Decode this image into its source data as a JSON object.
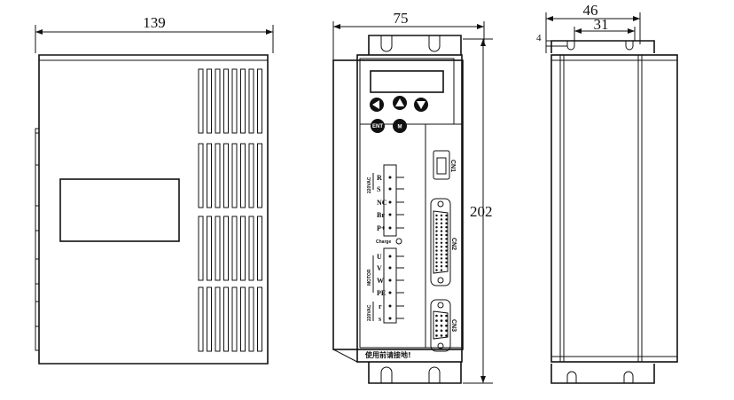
{
  "dimensions": {
    "side_width": "139",
    "front_width": "75",
    "front_height": "202",
    "right_width": "46",
    "right_inner": "31",
    "right_small": "4"
  },
  "panel": {
    "terminal1": [
      "R",
      "S",
      "NC",
      "Br",
      "P+"
    ],
    "terminal1_group": "220VAC",
    "charge_label": "Charge",
    "terminal2": [
      "U",
      "V",
      "W",
      "PE"
    ],
    "terminal2_group": "MOTOR",
    "terminal3": [
      "r",
      "s"
    ],
    "terminal3_group": "220VAC",
    "buttons": [
      "ENT",
      "M"
    ],
    "connectors": [
      "CN1",
      "CN2",
      "CN3"
    ],
    "footer_note": "使用前请接地!"
  }
}
